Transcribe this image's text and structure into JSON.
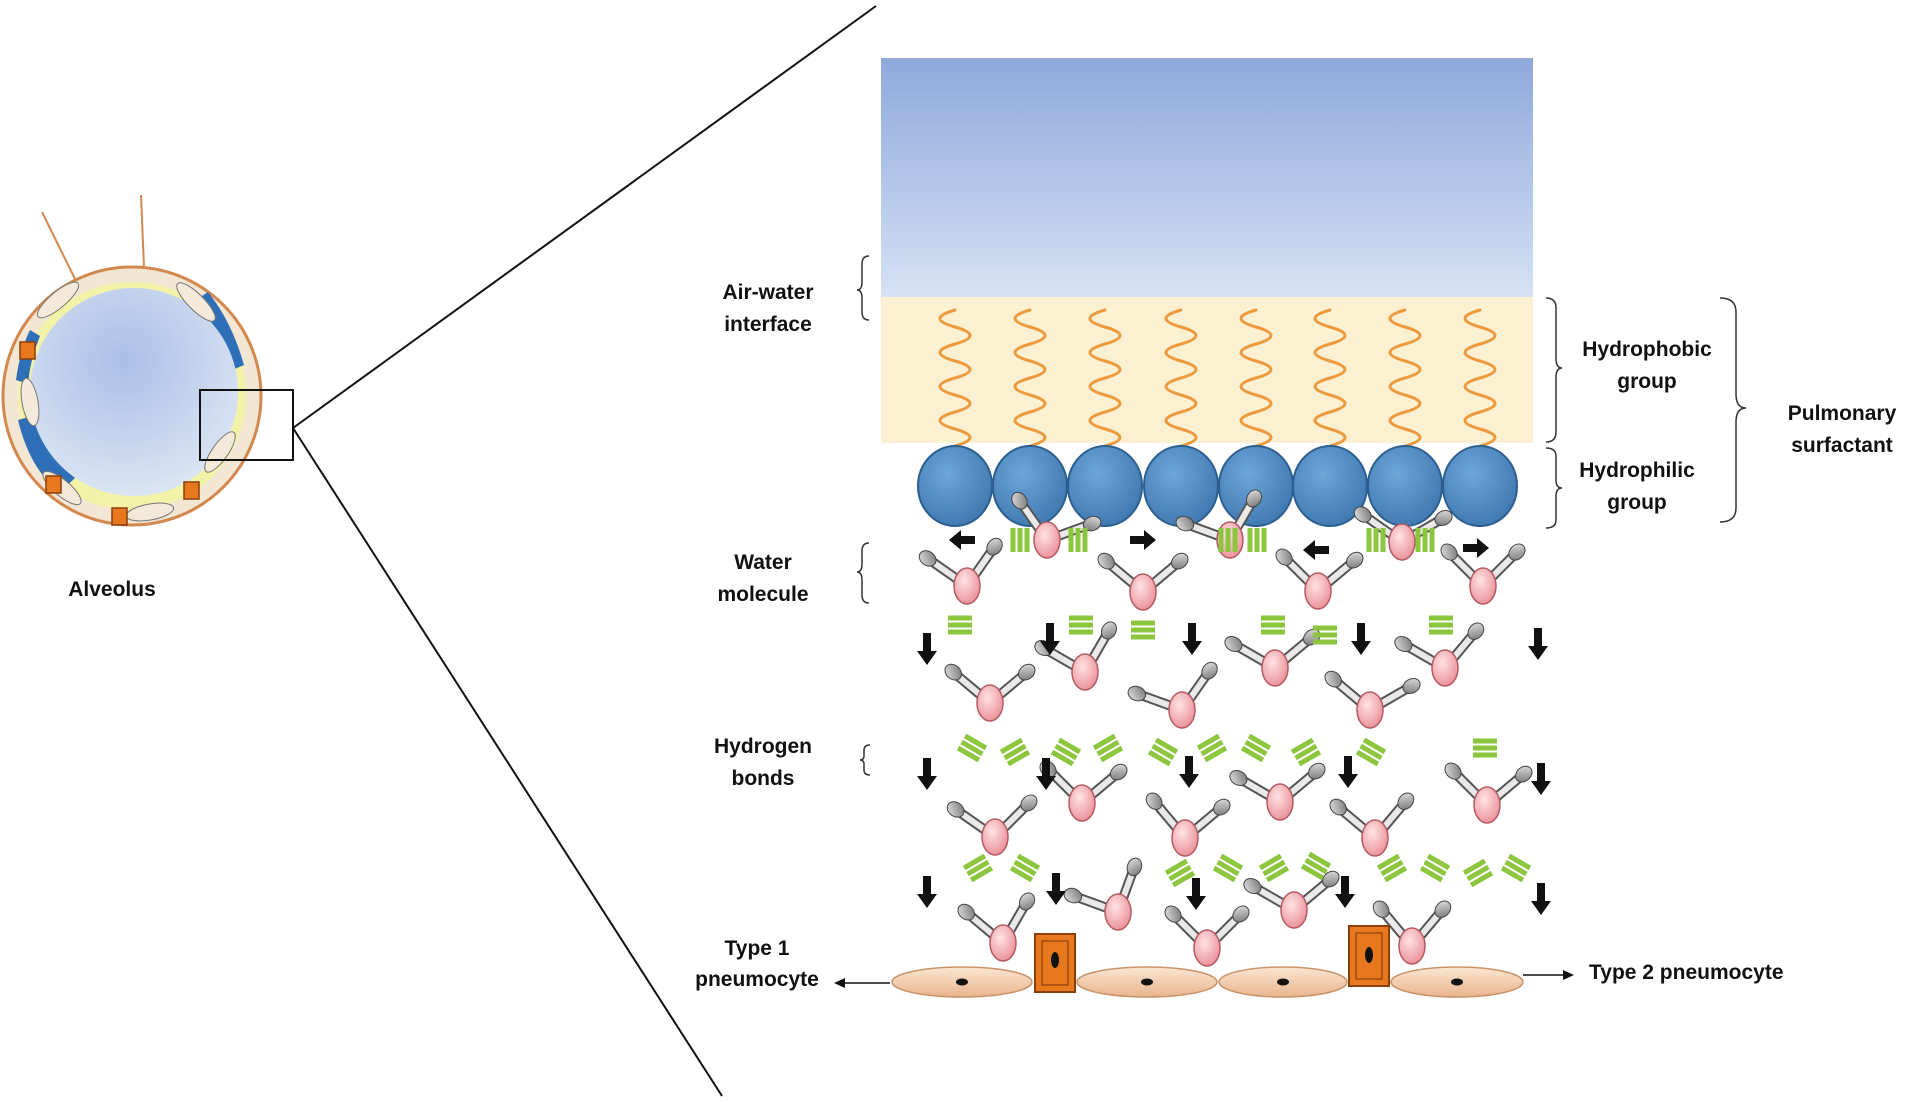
{
  "labels": {
    "alveolus": "Alveolus",
    "air_water_1": "Air-water",
    "air_water_2": "interface",
    "water_1": "Water",
    "water_2": "molecule",
    "hbond_1": "Hydrogen",
    "hbond_2": "bonds",
    "type1_1": "Type 1",
    "type1_2": "pneumocyte",
    "type2": "Type 2 pneumocyte",
    "hydrophobic_1": "Hydrophobic",
    "hydrophobic_2": "group",
    "hydrophilic_1": "Hydrophilic",
    "hydrophilic_2": "group",
    "pulmonary_1": "Pulmonary",
    "pulmonary_2": "surfactant"
  },
  "colors": {
    "air": "#8fa9dc",
    "hydrophobic_band": "#fbf0d2",
    "tail": "#ed9a3e",
    "head": "#4f8cc4",
    "oxygen": "#f3b6ba",
    "hydrogen": "#9a9a9a",
    "hbond": "#8cc63f",
    "arrow": "#111111",
    "type1_cell": "#f3d0b2",
    "type2_cell": "#e8781e"
  }
}
